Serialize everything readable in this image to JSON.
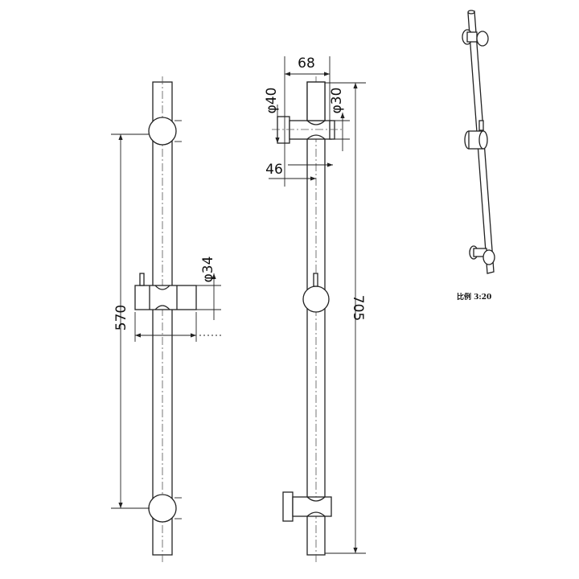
{
  "dimensions": {
    "left_height": "570",
    "left_slider_diameter": "φ34",
    "mid_width": "68",
    "mid_flange_diameter": "φ40",
    "mid_rod_diameter": "φ30",
    "mid_offset": "46",
    "mid_height": "705"
  },
  "scale_label": "比例 3:20"
}
